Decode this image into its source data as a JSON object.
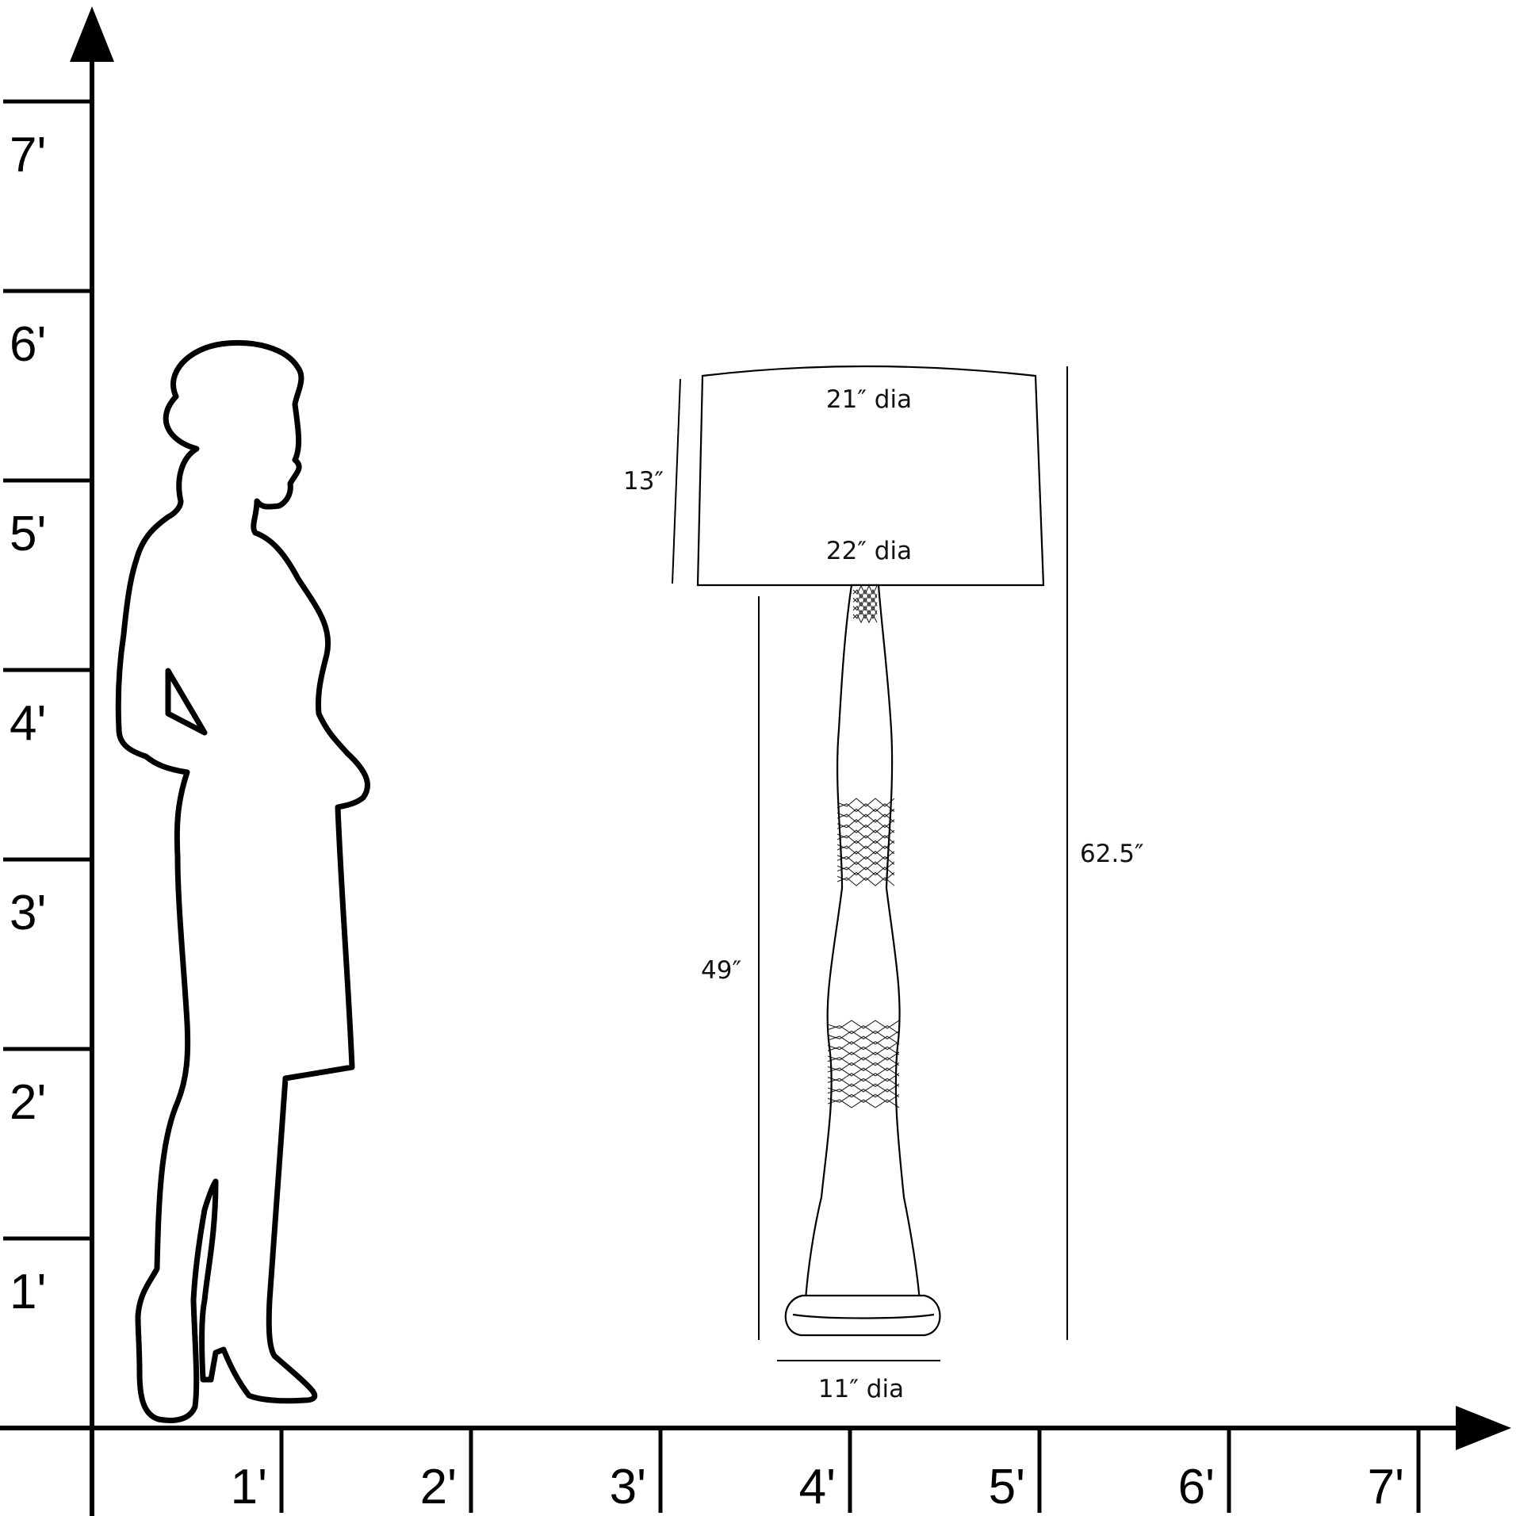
{
  "y_axis": {
    "tick_labels": [
      "1'",
      "2'",
      "3'",
      "4'",
      "5'",
      "6'",
      "7'"
    ]
  },
  "x_axis": {
    "tick_labels": [
      "1'",
      "2'",
      "3'",
      "4'",
      "5'",
      "6'",
      "7'"
    ]
  },
  "dimensions": {
    "shade_top": "21″ dia",
    "shade_bottom": "22″ dia",
    "shade_height": "13″",
    "base_height": "49″",
    "overall_height": "62.5″",
    "base_diameter": "11″ dia"
  },
  "icons": {
    "figure": "woman-silhouette-icon",
    "lamp": "floor-lamp-icon"
  }
}
